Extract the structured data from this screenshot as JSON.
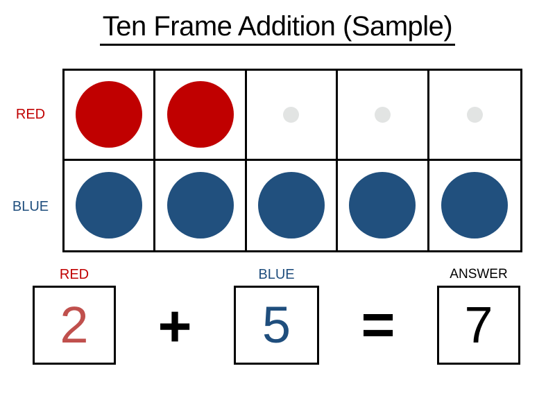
{
  "title": "Ten Frame Addition (Sample)",
  "colors": {
    "red_counter": "#C00000",
    "blue_counter": "#21507E",
    "red_text": "#C00000",
    "blue_text": "#1F4E7D",
    "brick_number": "#C0504D",
    "empty_dot": "#E2E4E3",
    "ink": "#000000"
  },
  "ten_frame": {
    "row_labels": [
      "RED",
      "BLUE"
    ],
    "rows": [
      [
        "red",
        "red",
        "empty",
        "empty",
        "empty"
      ],
      [
        "blue",
        "blue",
        "blue",
        "blue",
        "blue"
      ]
    ]
  },
  "equation": {
    "addend_red": {
      "label": "RED",
      "value": "2"
    },
    "addend_blue": {
      "label": "BLUE",
      "value": "5"
    },
    "answer": {
      "label": "ANSWER",
      "value": "7"
    },
    "plus": "+",
    "equals": "="
  }
}
